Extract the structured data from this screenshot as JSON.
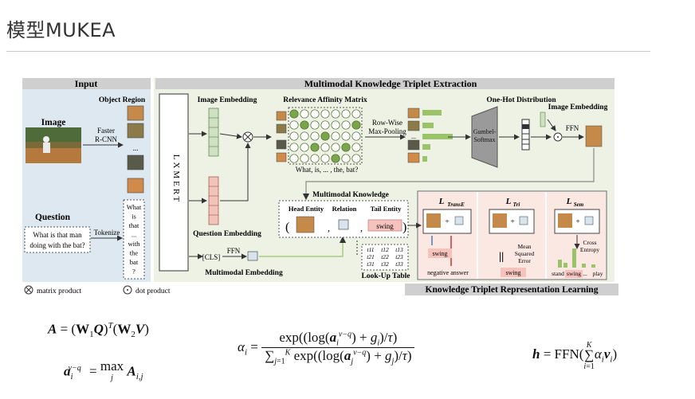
{
  "page_title": "模型MUKEA",
  "figure": {
    "input_header": "Input",
    "extraction_header": "Multimodal Knowledge Triplet Extraction",
    "object_region": "Object Region",
    "image_label": "Image",
    "faster_rcnn": "Faster\nR-CNN",
    "dots": "...",
    "question_label": "Question",
    "question_text_1": "What is that man",
    "question_text_2": "doing with the bat?",
    "tokenize": "Tokenize",
    "tokens": [
      "What",
      "is",
      "that",
      "...",
      "with",
      "the",
      "bat",
      "?"
    ],
    "lxmert": "LXMERT",
    "image_embedding": "Image Embedding",
    "question_embedding": "Question Embedding",
    "relevance_matrix": "Relevance Affinity Matrix",
    "row_wise": "Row-Wise",
    "max_pooling": "Max-Pooling",
    "matrix_tokens": "What, is, ... , the, bat?",
    "gumbel": "Gumbel-\nSoftmax",
    "one_hot": "One-Hot Distribution",
    "image_embedding_2": "Image Embedding",
    "ffn": "FFN",
    "cls": "[CLS]",
    "ffn2": "FFN",
    "multimodal_embedding": "Multimodal Embedding",
    "multimodal_knowledge": "Multimodal Knowledge",
    "head_entity": "Head Entity",
    "relation": "Relation",
    "tail_entity": "Tail Entity",
    "swing": "swing",
    "lookup_table": "Look-Up Table",
    "lookup_cells": [
      "t11",
      "t12",
      "t13",
      "t21",
      "t22",
      "t23",
      "t31",
      "t32",
      "t33"
    ],
    "l_transe": "L",
    "l_transe_sub": "TransE",
    "l_tri": "L",
    "l_tri_sub": "Tri",
    "l_sem": "L",
    "l_sem_sub": "Sem",
    "negative_answer": "negative answer",
    "mse": "Mean\nSquared\nError",
    "cross_entropy": "Cross\nEntropy",
    "stand": "stand",
    "play": "play",
    "krl_header": "Knowledge Triplet Representation Learning",
    "legend_matrix": "matrix product",
    "legend_dot": "dot product",
    "colors": {
      "bg_input": "#dde8f0",
      "bg_main": "#eef2e4",
      "bg_loss": "#fae6e0",
      "green": "#9bc46a",
      "red": "#e8a0a0"
    }
  }
}
